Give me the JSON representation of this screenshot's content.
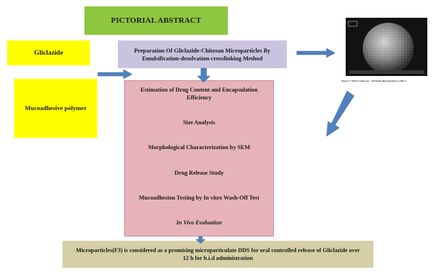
{
  "title": "PICTORIAL ABSTRACT",
  "inputs": {
    "drug": "Gliclazide",
    "polymer": "Mucoadhesive polymer"
  },
  "preparation": "Preparation Of Gliclazide-Chitosan Microparticles By Emulsification-desolvation-crosslinking Method",
  "figure": {
    "caption": "Figure 1: SEM of Chitosan - Gliclazide Microparticles at 850 X"
  },
  "evaluations": [
    "Estimation of Drug Content and Encapsulation Efficiency",
    "Size Analysis",
    "Morphological Characterization by SEM",
    "Drug Release Study",
    "Mucoadhesion Testing by In vitro Wash-Off Test",
    "In Vivo Evaluation"
  ],
  "conclusion": "Microparticles(F3) is considered as a promising microparticulate DDS for oral controlled release of Gliclazide over 12 h for b.i.d administration",
  "colors": {
    "title_box": "#8dc63f",
    "input_box": "#ffff00",
    "preparation_box": "#c9c3df",
    "evaluation_box": "#e6b3b8",
    "conclusion_box": "#d6cfa5",
    "arrow": "#4f81bd"
  }
}
